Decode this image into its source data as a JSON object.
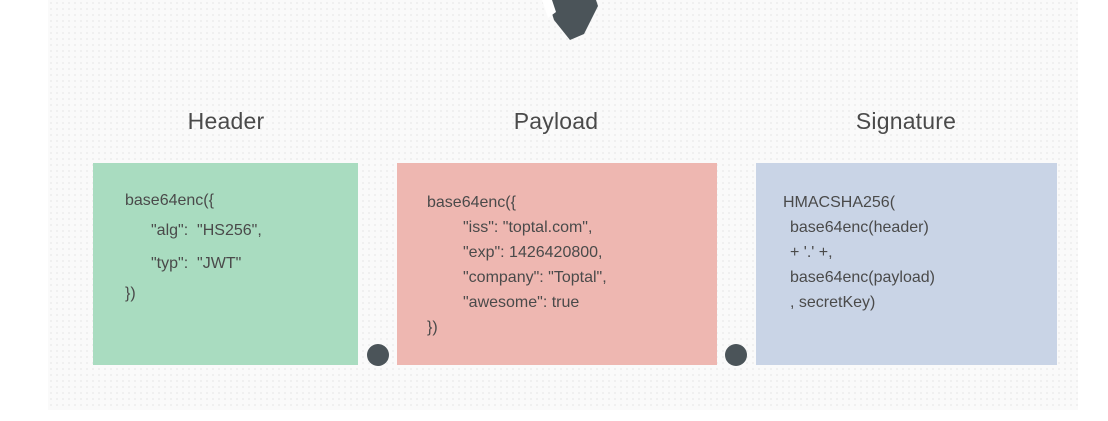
{
  "sections": [
    {
      "title": "Header",
      "lines": [
        "base64enc({",
        "\"alg\":  \"HS256\",",
        "\"typ\":  \"JWT\"",
        "})"
      ]
    },
    {
      "title": "Payload",
      "lines": [
        "base64enc({",
        "\"iss\": \"toptal.com\",",
        "\"exp\": 1426420800,",
        "\"company\": \"Toptal\",",
        "\"awesome\": true",
        "})"
      ]
    },
    {
      "title": "Signature",
      "lines": [
        "HMACSHA256(",
        "base64enc(header)",
        "+ '.' +,",
        "base64enc(payload)",
        ", secretKey)"
      ]
    }
  ],
  "colors": {
    "header_box": "#a9dcc0",
    "payload_box": "#eeb7b1",
    "signature_box": "#c9d4e6",
    "separator_dot": "#4b5459",
    "logo": "#4b5459"
  },
  "icons": {
    "logo": "toptal-logo-icon",
    "separator": "dot-separator-icon"
  }
}
